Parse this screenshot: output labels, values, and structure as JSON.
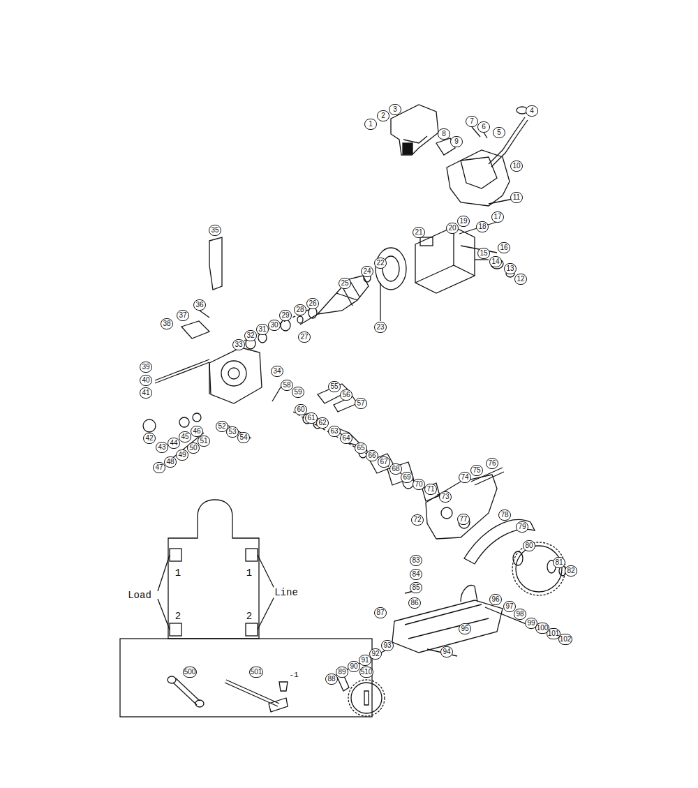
{
  "diagram": {
    "labels": [
      "1",
      "2",
      "3",
      "4",
      "5",
      "6",
      "7",
      "8",
      "9",
      "10",
      "11",
      "12",
      "13",
      "14",
      "15",
      "16",
      "17",
      "18",
      "19",
      "20",
      "21",
      "22",
      "23",
      "24",
      "25",
      "26",
      "27",
      "28",
      "29",
      "30",
      "31",
      "32",
      "33",
      "34",
      "35",
      "36",
      "37",
      "38",
      "39",
      "40",
      "41",
      "42",
      "43",
      "44",
      "45",
      "46",
      "47",
      "48",
      "49",
      "50",
      "51",
      "52",
      "53",
      "54",
      "55",
      "56",
      "57",
      "58",
      "59",
      "60",
      "61",
      "62",
      "63",
      "64",
      "65",
      "66",
      "67",
      "68",
      "69",
      "70",
      "71",
      "72",
      "73",
      "74",
      "75",
      "76",
      "77",
      "78",
      "79",
      "80",
      "81",
      "82",
      "83",
      "84",
      "85",
      "86",
      "87",
      "88",
      "89",
      "90",
      "91",
      "92",
      "93",
      "94",
      "95",
      "96",
      "97",
      "98",
      "99",
      "100",
      "101",
      "102",
      "Load",
      "1",
      "2",
      "Line",
      "1",
      "2",
      "500",
      "501",
      "-1",
      "510"
    ]
  }
}
